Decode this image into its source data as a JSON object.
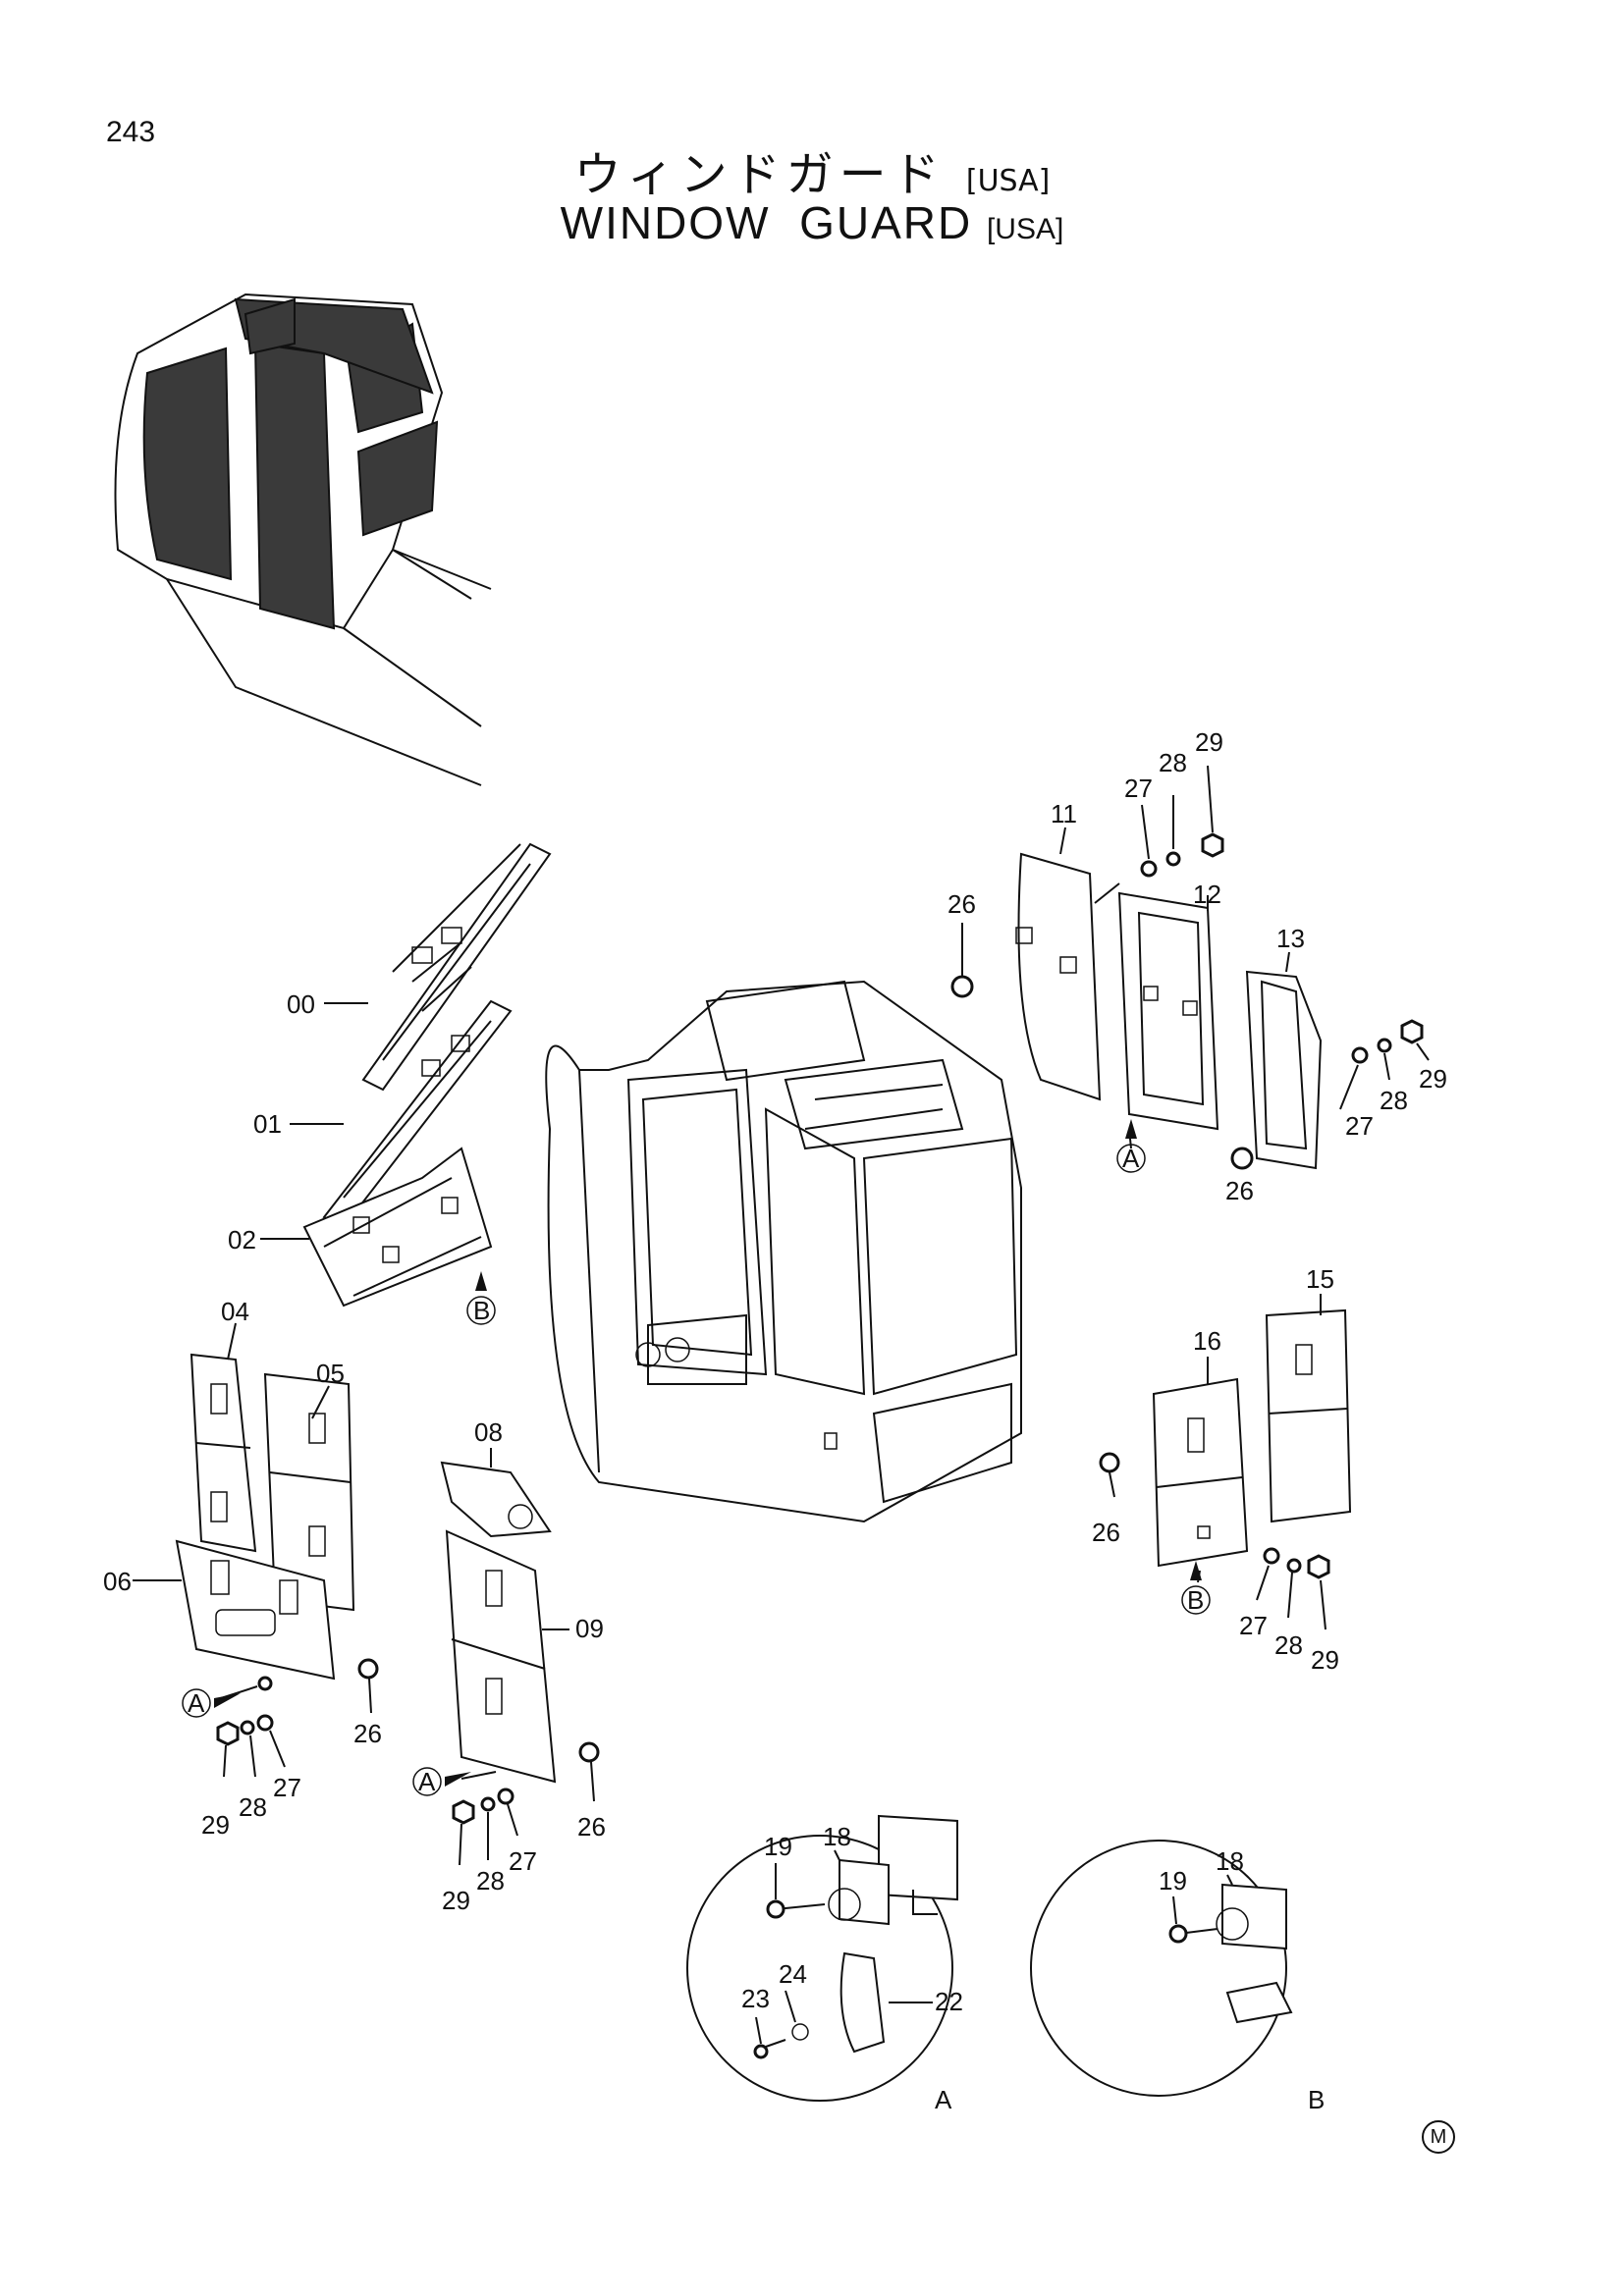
{
  "page_number": "243",
  "title": {
    "jp": "ウィンドガード",
    "en": "WINDOW  GUARD",
    "tag": "[USA]"
  },
  "callouts": {
    "c00": "00",
    "c01": "01",
    "c02": "02",
    "c04": "04",
    "c05": "05",
    "c06": "06",
    "c08": "08",
    "c09": "09",
    "c11": "11",
    "c12": "12",
    "c13": "13",
    "c15": "15",
    "c16": "16",
    "c26a": "26",
    "c27a": "27",
    "c28a": "28",
    "c29a": "29",
    "c27b": "27",
    "c28b": "28",
    "c29b": "29",
    "c26b": "26",
    "c26c": "26",
    "c27c": "27",
    "c28c": "28",
    "c29c": "29",
    "c26d": "26",
    "c27d": "27",
    "c28d": "28",
    "c29d": "29",
    "c26e": "26",
    "c27e": "27",
    "c28e": "28",
    "c29e": "29",
    "c18a": "18",
    "c19a": "19",
    "c22": "22",
    "c23": "23",
    "c24": "24",
    "c18b": "18",
    "c19b": "19"
  },
  "markers": {
    "A1": "A",
    "A2": "A",
    "A3": "A",
    "B1": "B",
    "B2": "B"
  },
  "details": {
    "detail_a": "A",
    "detail_b": "B"
  },
  "mark": "M"
}
